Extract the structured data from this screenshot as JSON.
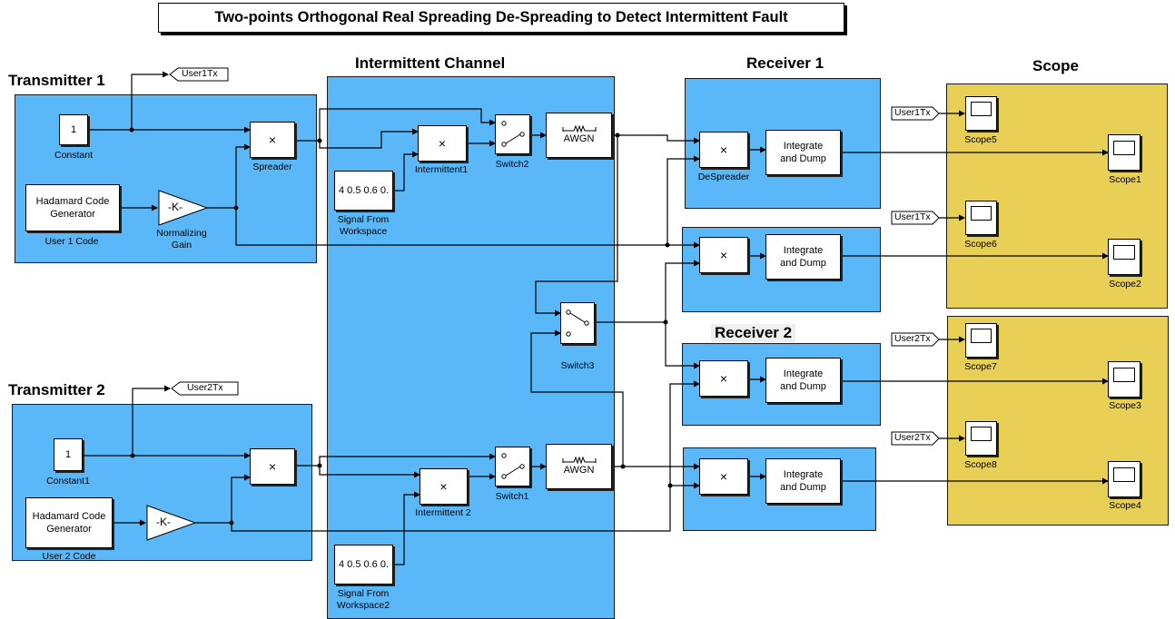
{
  "title": "Two-points Orthogonal Real Spreading De-Spreading to Detect Intermittent Fault",
  "sections": {
    "transmitter1": "Transmitter 1",
    "transmitter2": "Transmitter 2",
    "channel": "Intermittent Channel",
    "receiver1": "Receiver 1",
    "receiver2": "Receiver 2",
    "scope": "Scope"
  },
  "blocks": {
    "constant": {
      "value": "1",
      "label": "Constant"
    },
    "constant1": {
      "value": "1",
      "label": "Constant1"
    },
    "hadamard1": {
      "text": "Hadamard Code Generator",
      "label": "User 1 Code"
    },
    "hadamard2": {
      "text": "Hadamard Code Generator",
      "label": "User 2 Code"
    },
    "gain1": {
      "text": "-K-",
      "label": "Normalizing Gain"
    },
    "gain2": {
      "text": "-K-"
    },
    "spreader": {
      "symbol": "×",
      "label": "Spreader"
    },
    "spreader2": {
      "symbol": "×"
    },
    "intermittent1": {
      "symbol": "×",
      "label": "Intermittent1"
    },
    "intermittent2": {
      "symbol": "×",
      "label": "Intermittent 2"
    },
    "signal_ws1": {
      "text": "4 0.5 0.6 0.",
      "label": "Signal From Workspace"
    },
    "signal_ws2": {
      "text": "4 0.5 0.6 0.",
      "label": "Signal From Workspace2"
    },
    "switch1": {
      "label": "Switch1"
    },
    "switch2": {
      "label": "Switch2"
    },
    "switch3": {
      "label": "Switch3"
    },
    "awgn1": {
      "text": "AWGN"
    },
    "awgn2": {
      "text": "AWGN"
    },
    "despreader1": {
      "symbol": "×",
      "label": "DeSpreader"
    },
    "despreader2": {
      "symbol": "×"
    },
    "despreader3": {
      "symbol": "×"
    },
    "despreader4": {
      "symbol": "×"
    },
    "integrate1": {
      "text": "Integrate and Dump"
    },
    "integrate2": {
      "text": "Integrate and Dump"
    },
    "integrate3": {
      "text": "Integrate and Dump"
    },
    "integrate4": {
      "text": "Integrate and Dump"
    }
  },
  "tags": {
    "user1tx_goto": "User1Tx",
    "user2tx_goto": "User2Tx",
    "user1tx_from_a": "User1Tx",
    "user1tx_from_b": "User1Tx",
    "user2tx_from_a": "User2Tx",
    "user2tx_from_b": "User2Tx"
  },
  "scopes": {
    "scope1": "Scope1",
    "scope2": "Scope2",
    "scope3": "Scope3",
    "scope4": "Scope4",
    "scope5": "Scope5",
    "scope6": "Scope6",
    "scope7": "Scope7",
    "scope8": "Scope8"
  },
  "colors": {
    "area_blue": "#5bb8f8",
    "area_yellow": "#e8cf55",
    "block_fill": "#ffffff",
    "line": "#000000"
  }
}
